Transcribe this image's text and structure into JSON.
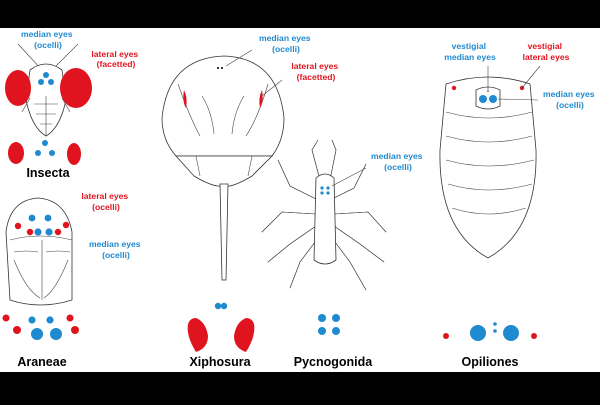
{
  "colors": {
    "background": "#000000",
    "panel": "#ffffff",
    "median": "#1f8ad0",
    "lateral": "#e0141e",
    "text": "#000000"
  },
  "labels": {
    "insecta_median": [
      "median eyes",
      "(ocelli)"
    ],
    "insecta_lateral": [
      "lateral eyes",
      "(facetted)"
    ],
    "araneae_lateral": [
      "lateral eyes",
      "(ocelli)"
    ],
    "araneae_median": [
      "median eyes",
      "(ocelli)"
    ],
    "xiphosura_median": [
      "median eyes",
      "(ocelli)"
    ],
    "xiphosura_lateral": [
      "lateral eyes",
      "(facetted)"
    ],
    "pycnogonida_median": [
      "median eyes",
      "(ocelli)"
    ],
    "opiliones_vestigial_median": [
      "vestigial",
      "median eyes"
    ],
    "opiliones_vestigial_lateral": [
      "vestigial",
      "lateral eyes"
    ],
    "opiliones_median": [
      "median eyes",
      "(ocelli)"
    ]
  },
  "taxa": {
    "insecta": "Insecta",
    "araneae": "Araneae",
    "xiphosura": "Xiphosura",
    "pycnogonida": "Pycnogonida",
    "opiliones": "Opiliones"
  }
}
